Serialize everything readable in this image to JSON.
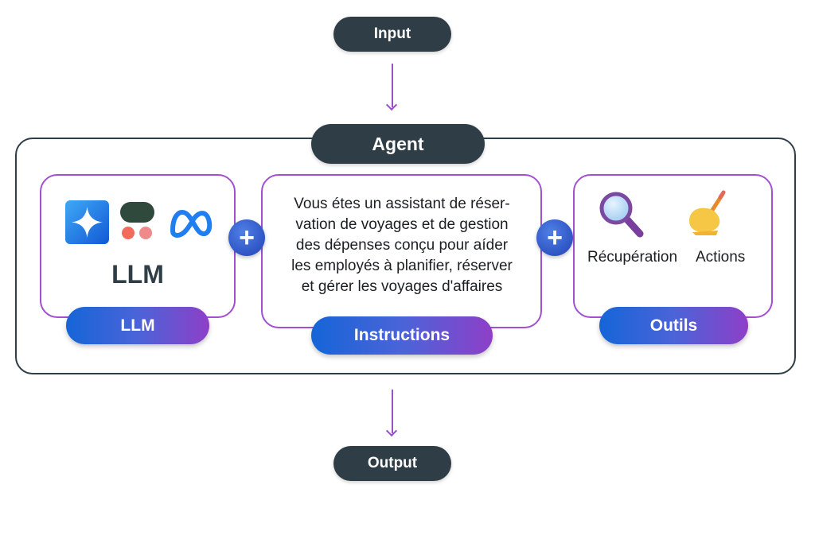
{
  "flow": {
    "input_label": "Input",
    "agent_label": "Agent",
    "output_label": "Output"
  },
  "llm": {
    "icons": [
      "gemini-star-icon",
      "dots-logo-icon",
      "meta-logo-icon"
    ],
    "card_title": "LLM",
    "pill_label": "LLM"
  },
  "instructions": {
    "lines": [
      "Vous étes un assistant de réser-",
      "vation de voyages et de gestion",
      "des dépenses conçu pour aíder",
      "les employés à planifier, réserver",
      "et gérer les voyages d'affaires"
    ],
    "pill_label": "Instructions"
  },
  "tools": {
    "items": [
      {
        "icon": "magnifying-glass-icon",
        "label": "Récupération"
      },
      {
        "icon": "writing-hand-icon",
        "label": "Actions"
      }
    ],
    "pill_label": "Outils"
  },
  "connectors": {
    "plus_symbol": "+"
  },
  "colors": {
    "dark_pill": "#2f3e46",
    "card_border": "#a24fd0",
    "arrow": "#9b4fc9",
    "gradient_start": "#1565d8",
    "gradient_end": "#8e3fc8"
  }
}
